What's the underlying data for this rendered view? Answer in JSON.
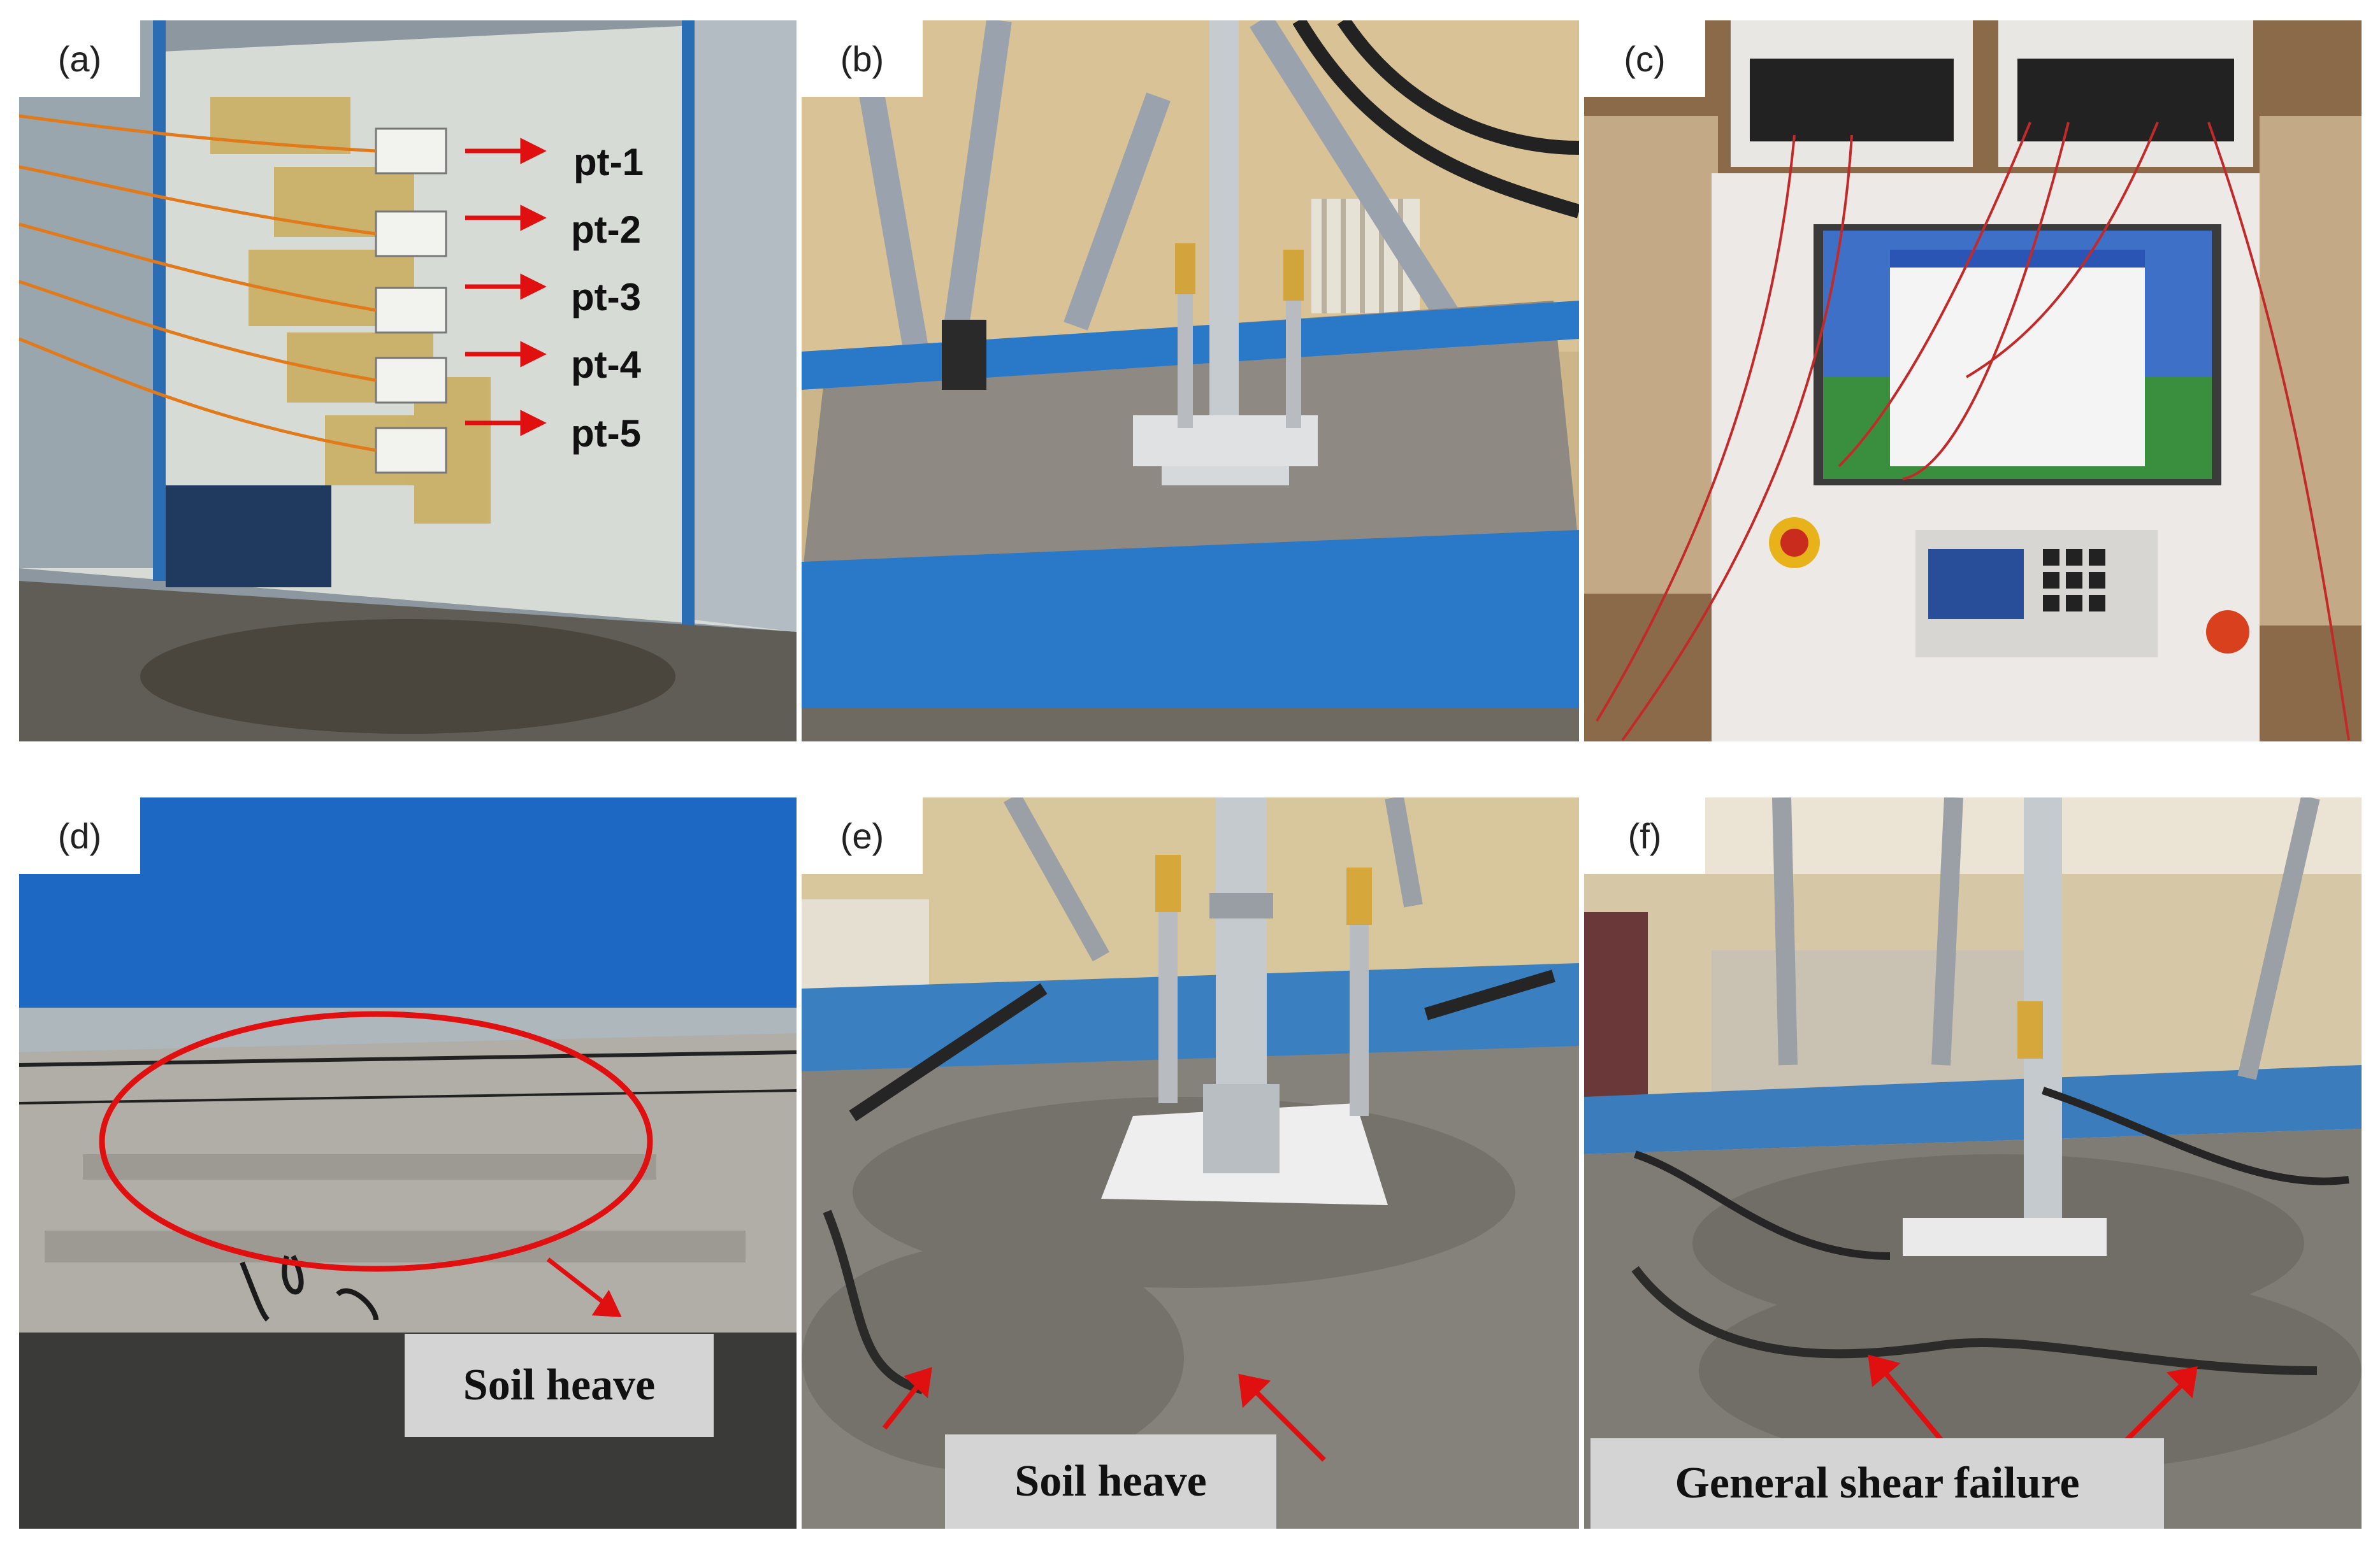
{
  "panels": [
    {
      "id": "a",
      "tag": "(a)"
    },
    {
      "id": "b",
      "tag": "(b)"
    },
    {
      "id": "c",
      "tag": "(c)"
    },
    {
      "id": "d",
      "tag": "(d)"
    },
    {
      "id": "e",
      "tag": "(e)"
    },
    {
      "id": "f",
      "tag": "(f)"
    }
  ],
  "sensor_labels": [
    "pt-1",
    "pt-2",
    "pt-3",
    "pt-4",
    "pt-5"
  ],
  "callouts": {
    "d": "Soil heave",
    "e": "Soil heave",
    "f": "General shear failure"
  },
  "colors": {
    "arrow": "#e01010",
    "tank_frame": "#1f6fc0",
    "callout_bg": "#d4d4d4"
  }
}
